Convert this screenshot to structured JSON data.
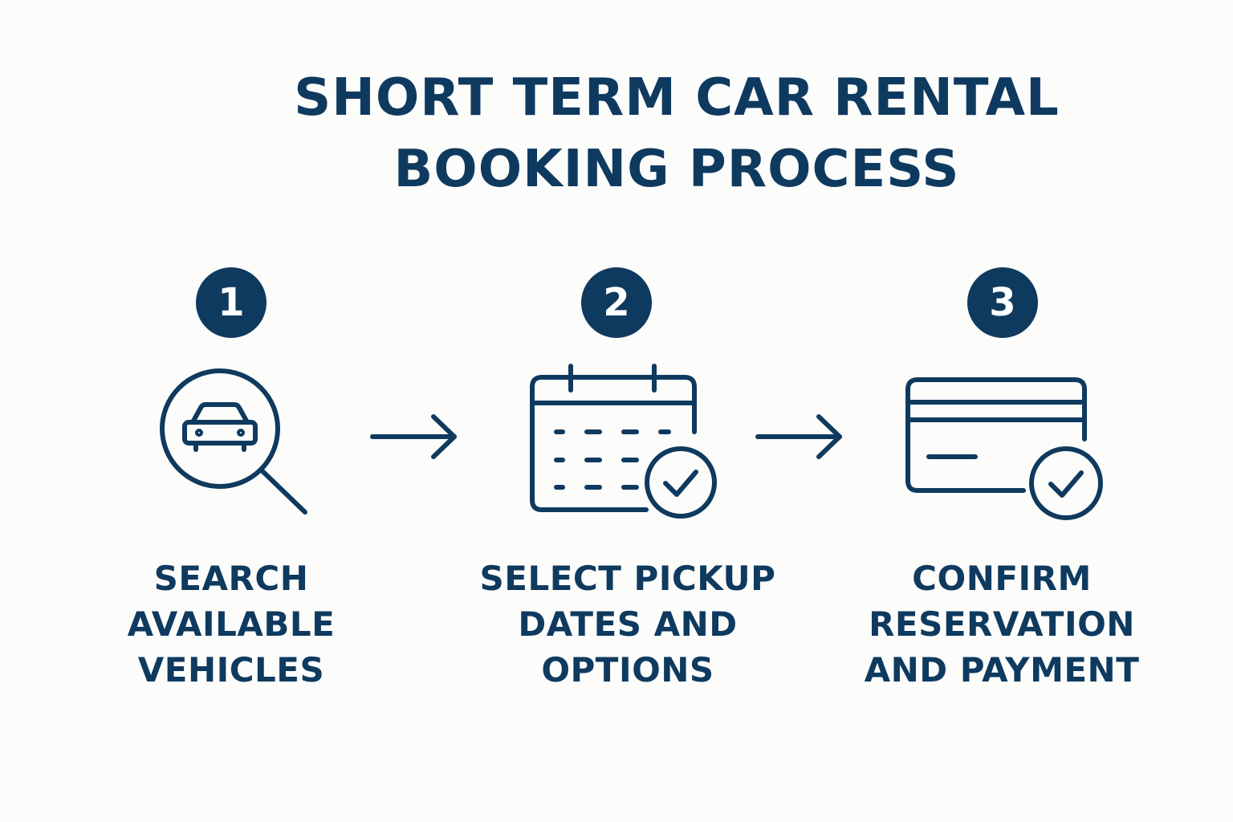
{
  "title": {
    "line1": "SHORT TERM CAR RENTAL",
    "line2": "BOOKING PROCESS"
  },
  "steps": [
    {
      "number": "1",
      "icon": "search-car-icon",
      "label": [
        "SEARCH",
        "AVAILABLE",
        "VEHICLES"
      ]
    },
    {
      "number": "2",
      "icon": "calendar-check-icon",
      "label": [
        "SELECT PICKUP",
        "DATES AND",
        "OPTIONS"
      ]
    },
    {
      "number": "3",
      "icon": "credit-card-check-icon",
      "label": [
        "CONFIRM",
        "RESERVATION",
        "AND PAYMENT"
      ]
    }
  ],
  "colors": {
    "primary": "#0f3a5f",
    "background": "#fcfcfb"
  }
}
